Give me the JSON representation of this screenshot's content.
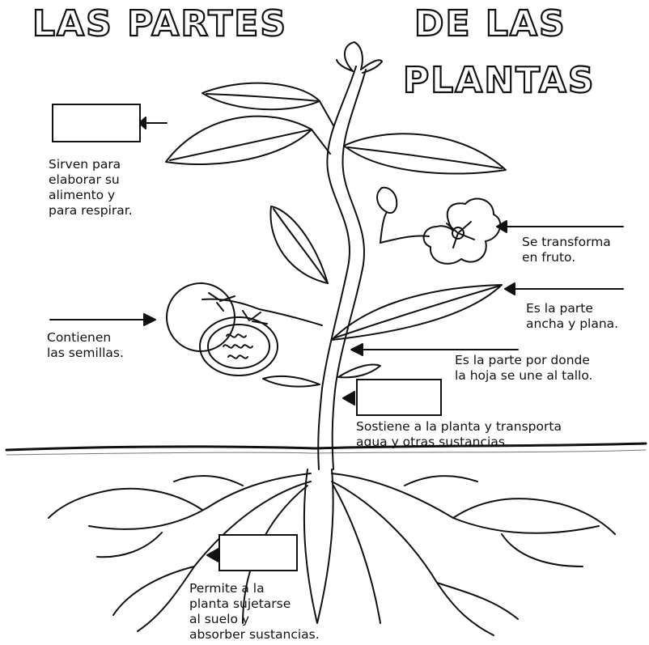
{
  "title": {
    "line1": "LAS PARTES",
    "line2": "DE LAS",
    "line3": "PLANTAS"
  },
  "labels": {
    "leaves": "Sirven para\nelaborar su\nalimento y\npara respirar.",
    "flower": "Se transforma\nen fruto.",
    "blade": "Es la parte\nancha y plana.",
    "fruit": "Contienen\nlas semillas.",
    "petiole": "Es la parte por donde\nla hoja se une al tallo.",
    "stem": "Sostiene a la planta y transporta\nagua y otras sustancias.",
    "roots": "Permite a la\nplanta sujetarse\nal suelo y\nabsorber sustancias."
  }
}
